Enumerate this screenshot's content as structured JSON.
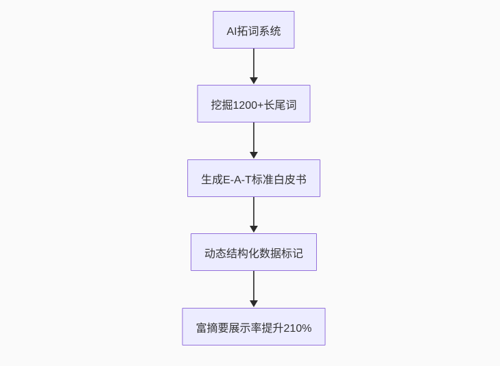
{
  "diagram": {
    "type": "flowchart",
    "direction": "top-down",
    "nodes": [
      {
        "id": "n1",
        "label": "AI拓词系统"
      },
      {
        "id": "n2",
        "label": "挖掘1200+长尾词"
      },
      {
        "id": "n3",
        "label": "生成E-A-T标准白皮书"
      },
      {
        "id": "n4",
        "label": "动态结构化数据标记"
      },
      {
        "id": "n5",
        "label": "富摘要展示率提升210%"
      }
    ],
    "edges": [
      {
        "from": "n1",
        "to": "n2"
      },
      {
        "from": "n2",
        "to": "n3"
      },
      {
        "from": "n3",
        "to": "n4"
      },
      {
        "from": "n4",
        "to": "n5"
      }
    ],
    "colors": {
      "background": "#fafafa",
      "node_fill": "#ECECFF",
      "node_border": "#9370DB",
      "node_text": "#333333",
      "arrow_line": "#4d4d4d",
      "arrow_head": "#2b2b2b"
    }
  }
}
